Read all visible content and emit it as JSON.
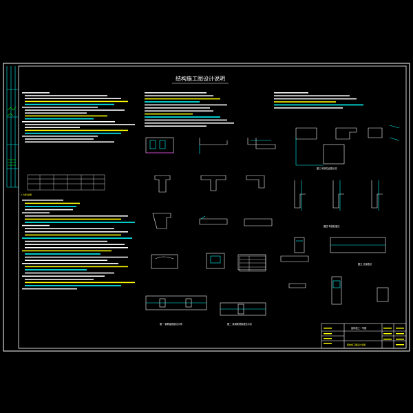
{
  "drawing": {
    "title": "结构施工图设计说明",
    "colors": {
      "background": "#000000",
      "frame": "#ffffff",
      "text": "#ffffff",
      "accent_cyan": "#00ffff",
      "accent_yellow": "#ffff00",
      "accent_green": "#00ff00",
      "accent_magenta": "#ff00ff"
    }
  },
  "title_block": {
    "project_line": "结构施工一号楼",
    "sheet_name": "结构施工图设计说明"
  },
  "sections": {
    "materials_heading": "2. 材料说明"
  },
  "captions": {
    "bar_detail_1": "图一 钢筋锚固做法大样",
    "bar_detail_2": "图二 梁钢筋搭接做法示意",
    "wall_detail": "图三 砌体拉结筋示意",
    "column_detail": "图四 构造柱做法",
    "lintel_detail": "图五 过梁做法"
  }
}
